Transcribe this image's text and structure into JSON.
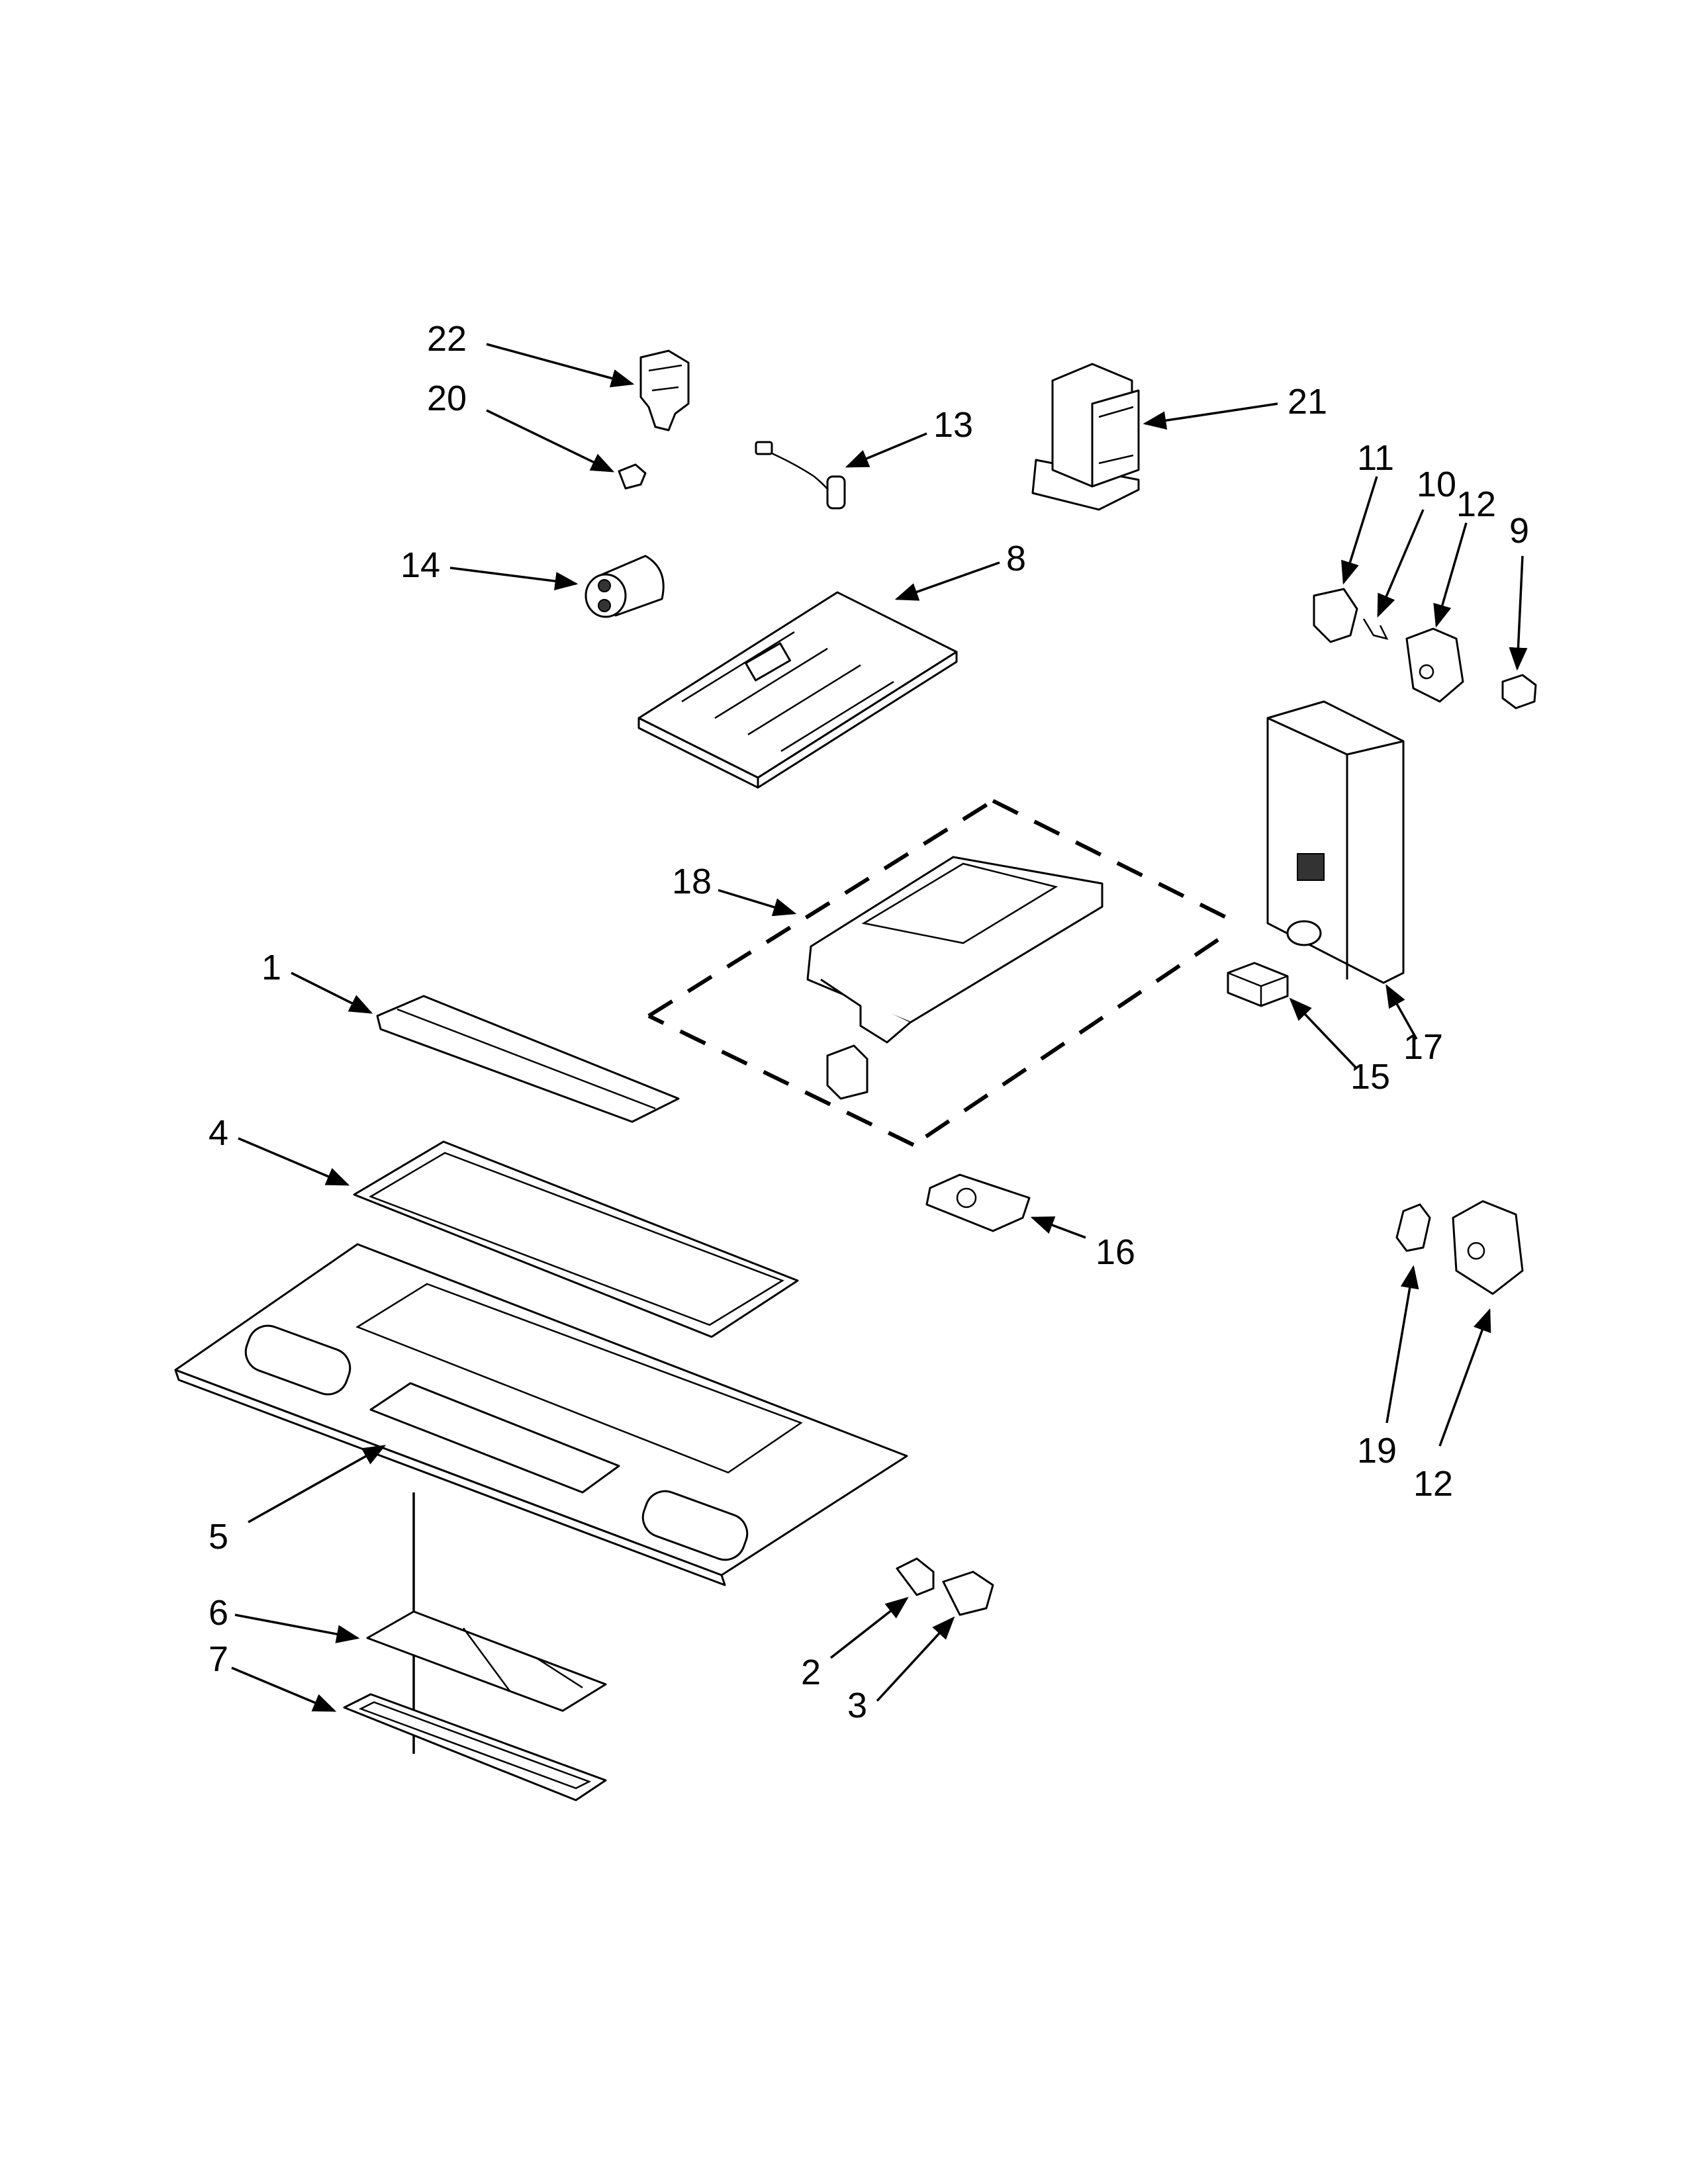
{
  "callouts": [
    {
      "id": "1",
      "label": "1"
    },
    {
      "id": "2",
      "label": "2"
    },
    {
      "id": "3",
      "label": "3"
    },
    {
      "id": "4",
      "label": "4"
    },
    {
      "id": "5",
      "label": "5"
    },
    {
      "id": "6",
      "label": "6"
    },
    {
      "id": "7",
      "label": "7"
    },
    {
      "id": "8",
      "label": "8"
    },
    {
      "id": "9",
      "label": "9"
    },
    {
      "id": "10",
      "label": "10"
    },
    {
      "id": "11",
      "label": "11"
    },
    {
      "id": "12a",
      "label": "12"
    },
    {
      "id": "12b",
      "label": "12"
    },
    {
      "id": "13",
      "label": "13"
    },
    {
      "id": "14",
      "label": "14"
    },
    {
      "id": "15",
      "label": "15"
    },
    {
      "id": "16",
      "label": "16"
    },
    {
      "id": "17",
      "label": "17"
    },
    {
      "id": "18",
      "label": "18"
    },
    {
      "id": "19",
      "label": "19"
    },
    {
      "id": "20",
      "label": "20"
    },
    {
      "id": "21",
      "label": "21"
    },
    {
      "id": "22",
      "label": "22"
    }
  ]
}
